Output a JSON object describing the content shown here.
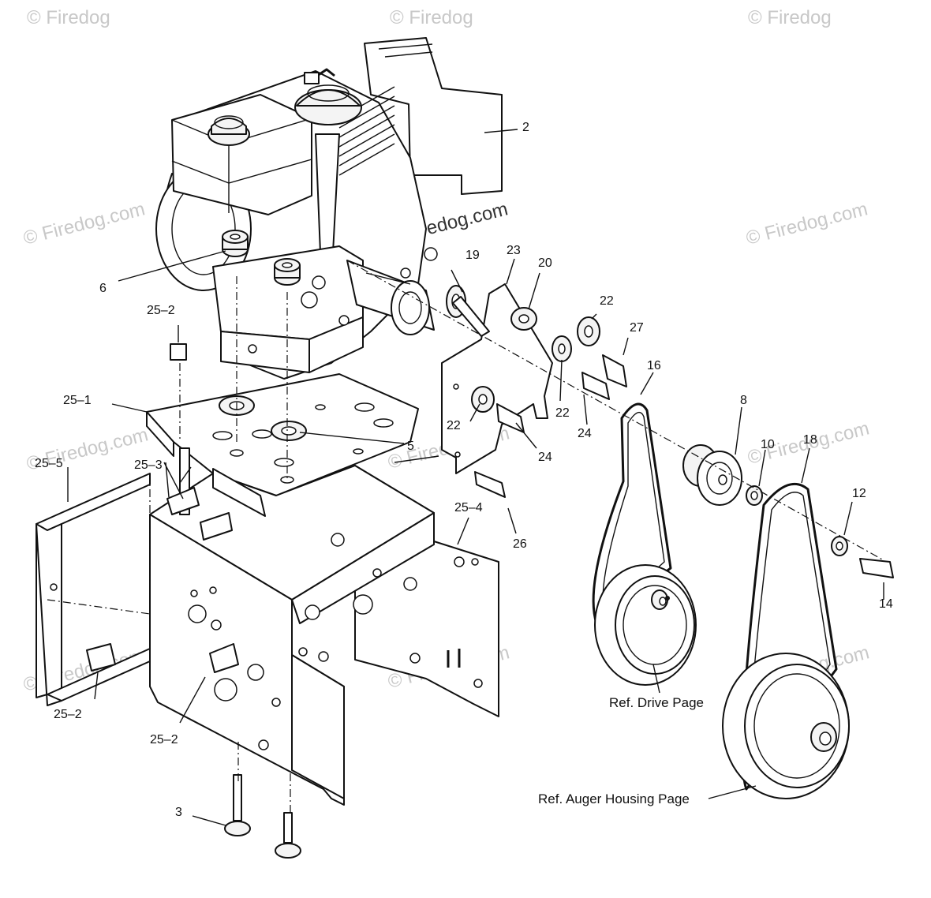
{
  "watermarks": {
    "corner": "© Firedog",
    "site": "© Firedog.com",
    "center": "© Firedog.com"
  },
  "callouts": {
    "c2": "2",
    "c3": "3",
    "c5": "5",
    "c6": "6",
    "c8": "8",
    "c10": "10",
    "c12": "12",
    "c14": "14",
    "c16": "16",
    "c18": "18",
    "c19": "19",
    "c20": "20",
    "c22a": "22",
    "c22b": "22",
    "c22c": "22",
    "c23": "23",
    "c24a": "24",
    "c24b": "24",
    "c25_1": "25–1",
    "c25_2a": "25–2",
    "c25_2b": "25–2",
    "c25_2c": "25–2",
    "c25_3": "25–3",
    "c25_4": "25–4",
    "c25_5": "25–5",
    "c26": "26",
    "c27": "27"
  },
  "references": {
    "drive_page": "Ref. Drive Page",
    "auger_housing_page": "Ref. Auger Housing Page"
  }
}
